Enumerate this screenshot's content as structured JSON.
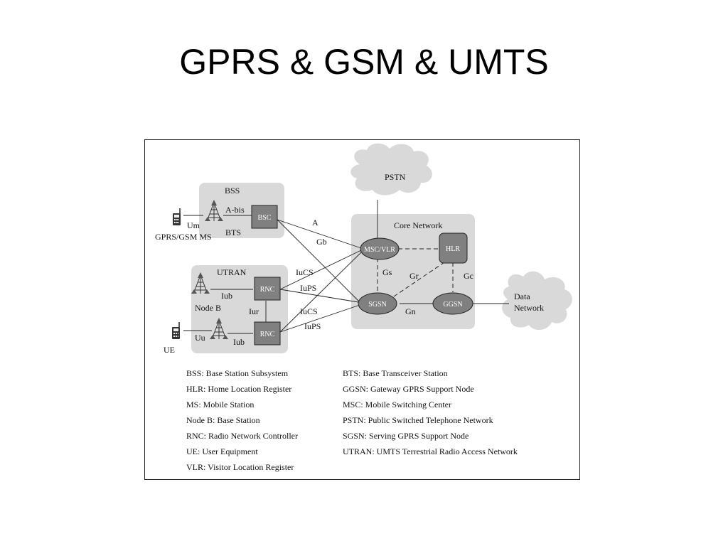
{
  "slide": {
    "title": "GPRS & GSM & UMTS"
  },
  "diagram": {
    "groups": {
      "bss": "BSS",
      "utran": "UTRAN",
      "core": "Core Network"
    },
    "clouds": {
      "pstn": "PSTN",
      "data_network_line1": "Data",
      "data_network_line2": "Network"
    },
    "nodes": {
      "bsc": "BSC",
      "rnc_top": "RNC",
      "rnc_bottom": "RNC",
      "msc_vlr": "MSC/VLR",
      "hlr": "HLR",
      "sgsn": "SGSN",
      "ggsn": "GGSN"
    },
    "devices": {
      "ms": "GPRS/GSM MS",
      "ue": "UE",
      "bts": "BTS",
      "node_b": "Node B"
    },
    "interfaces": {
      "um": "Um",
      "a_bis": "A-bis",
      "a": "A",
      "gb": "Gb",
      "iub_top": "Iub",
      "iub_bottom": "Iub",
      "iur": "Iur",
      "uu": "Uu",
      "iucs_top": "IuCS",
      "iups_top": "IuPS",
      "iucs_bottom": "IuCS",
      "iups_bottom": "IuPS",
      "gs": "Gs",
      "gr": "Gr",
      "gc": "Gc",
      "gn": "Gn"
    }
  },
  "legend": {
    "left": [
      "BSS: Base Station Subsystem",
      "HLR: Home Location Register",
      "MS: Mobile Station",
      "Node B: Base Station",
      "RNC: Radio Network Controller",
      "UE: User Equipment",
      "VLR: Visitor Location Register"
    ],
    "right": [
      "BTS: Base Transceiver Station",
      "GGSN: Gateway GPRS Support Node",
      "MSC: Mobile Switching Center",
      "PSTN: Public Switched Telephone Network",
      "SGSN: Serving GPRS Support Node",
      "UTRAN: UMTS Terrestrial Radio Access Network"
    ]
  },
  "colors": {
    "group_fill": "#d9d9d9",
    "node_fill": "#808080",
    "line": "#222222"
  }
}
